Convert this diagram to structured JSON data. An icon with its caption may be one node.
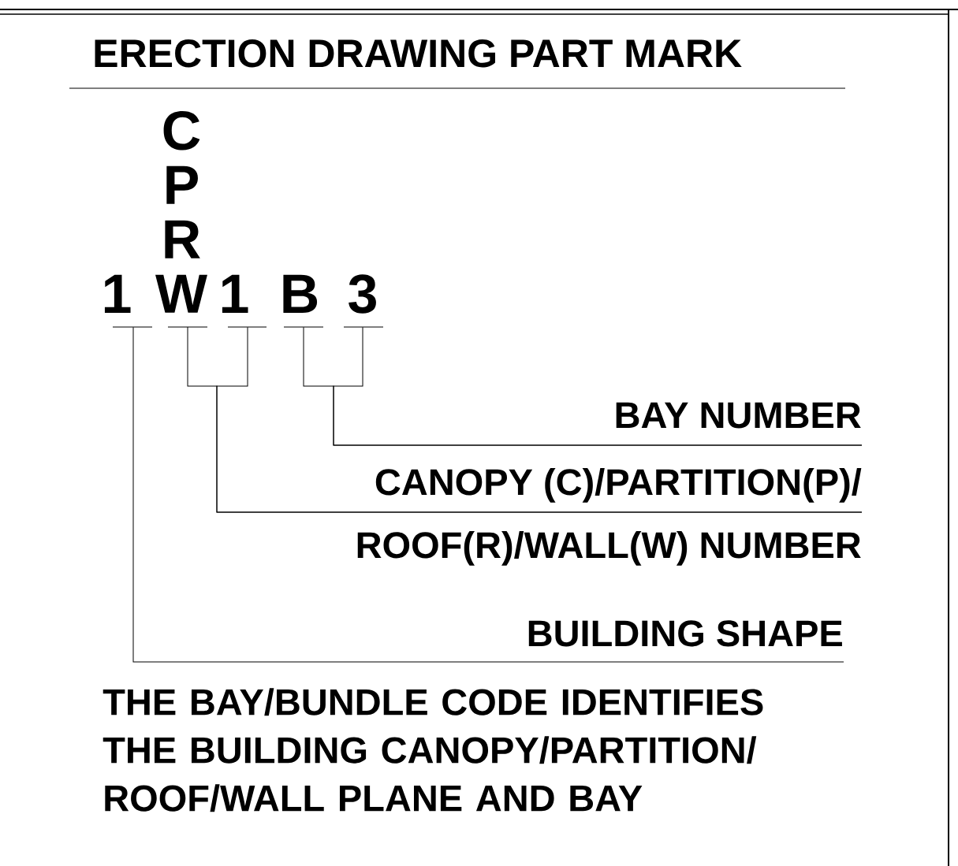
{
  "diagram": {
    "title": "ERECTION DRAWING PART MARK",
    "caption": "THE BAY/BUNDLE CODE IDENTIFIES THE BUILDING CANOPY/PARTITION/ ROOF/WALL PLANE AND BAY",
    "nodes": [
      {
        "text": [
          "1"
        ]
      },
      {
        "text": [
          "C",
          "P",
          "R",
          "W"
        ]
      },
      {
        "text": [
          "1"
        ]
      },
      {
        "text": [
          "B"
        ]
      },
      {
        "text": [
          "3"
        ]
      },
      {
        "text": [
          "BAY NUMBER"
        ]
      },
      {
        "text": [
          "CANOPY (C)/PARTITION(P)/",
          "ROOF(R)/WALL(W) NUMBER"
        ]
      },
      {
        "text": [
          "BUILDING SHAPE"
        ]
      }
    ],
    "edges": [
      {
        "from": 0,
        "to": 7,
        "arrow": "none"
      },
      {
        "from": 1,
        "to": 6,
        "arrow": "none"
      },
      {
        "from": 2,
        "to": 6,
        "arrow": "none"
      },
      {
        "from": 3,
        "to": 5,
        "arrow": "none"
      },
      {
        "from": 4,
        "to": 5,
        "arrow": "none"
      }
    ]
  }
}
